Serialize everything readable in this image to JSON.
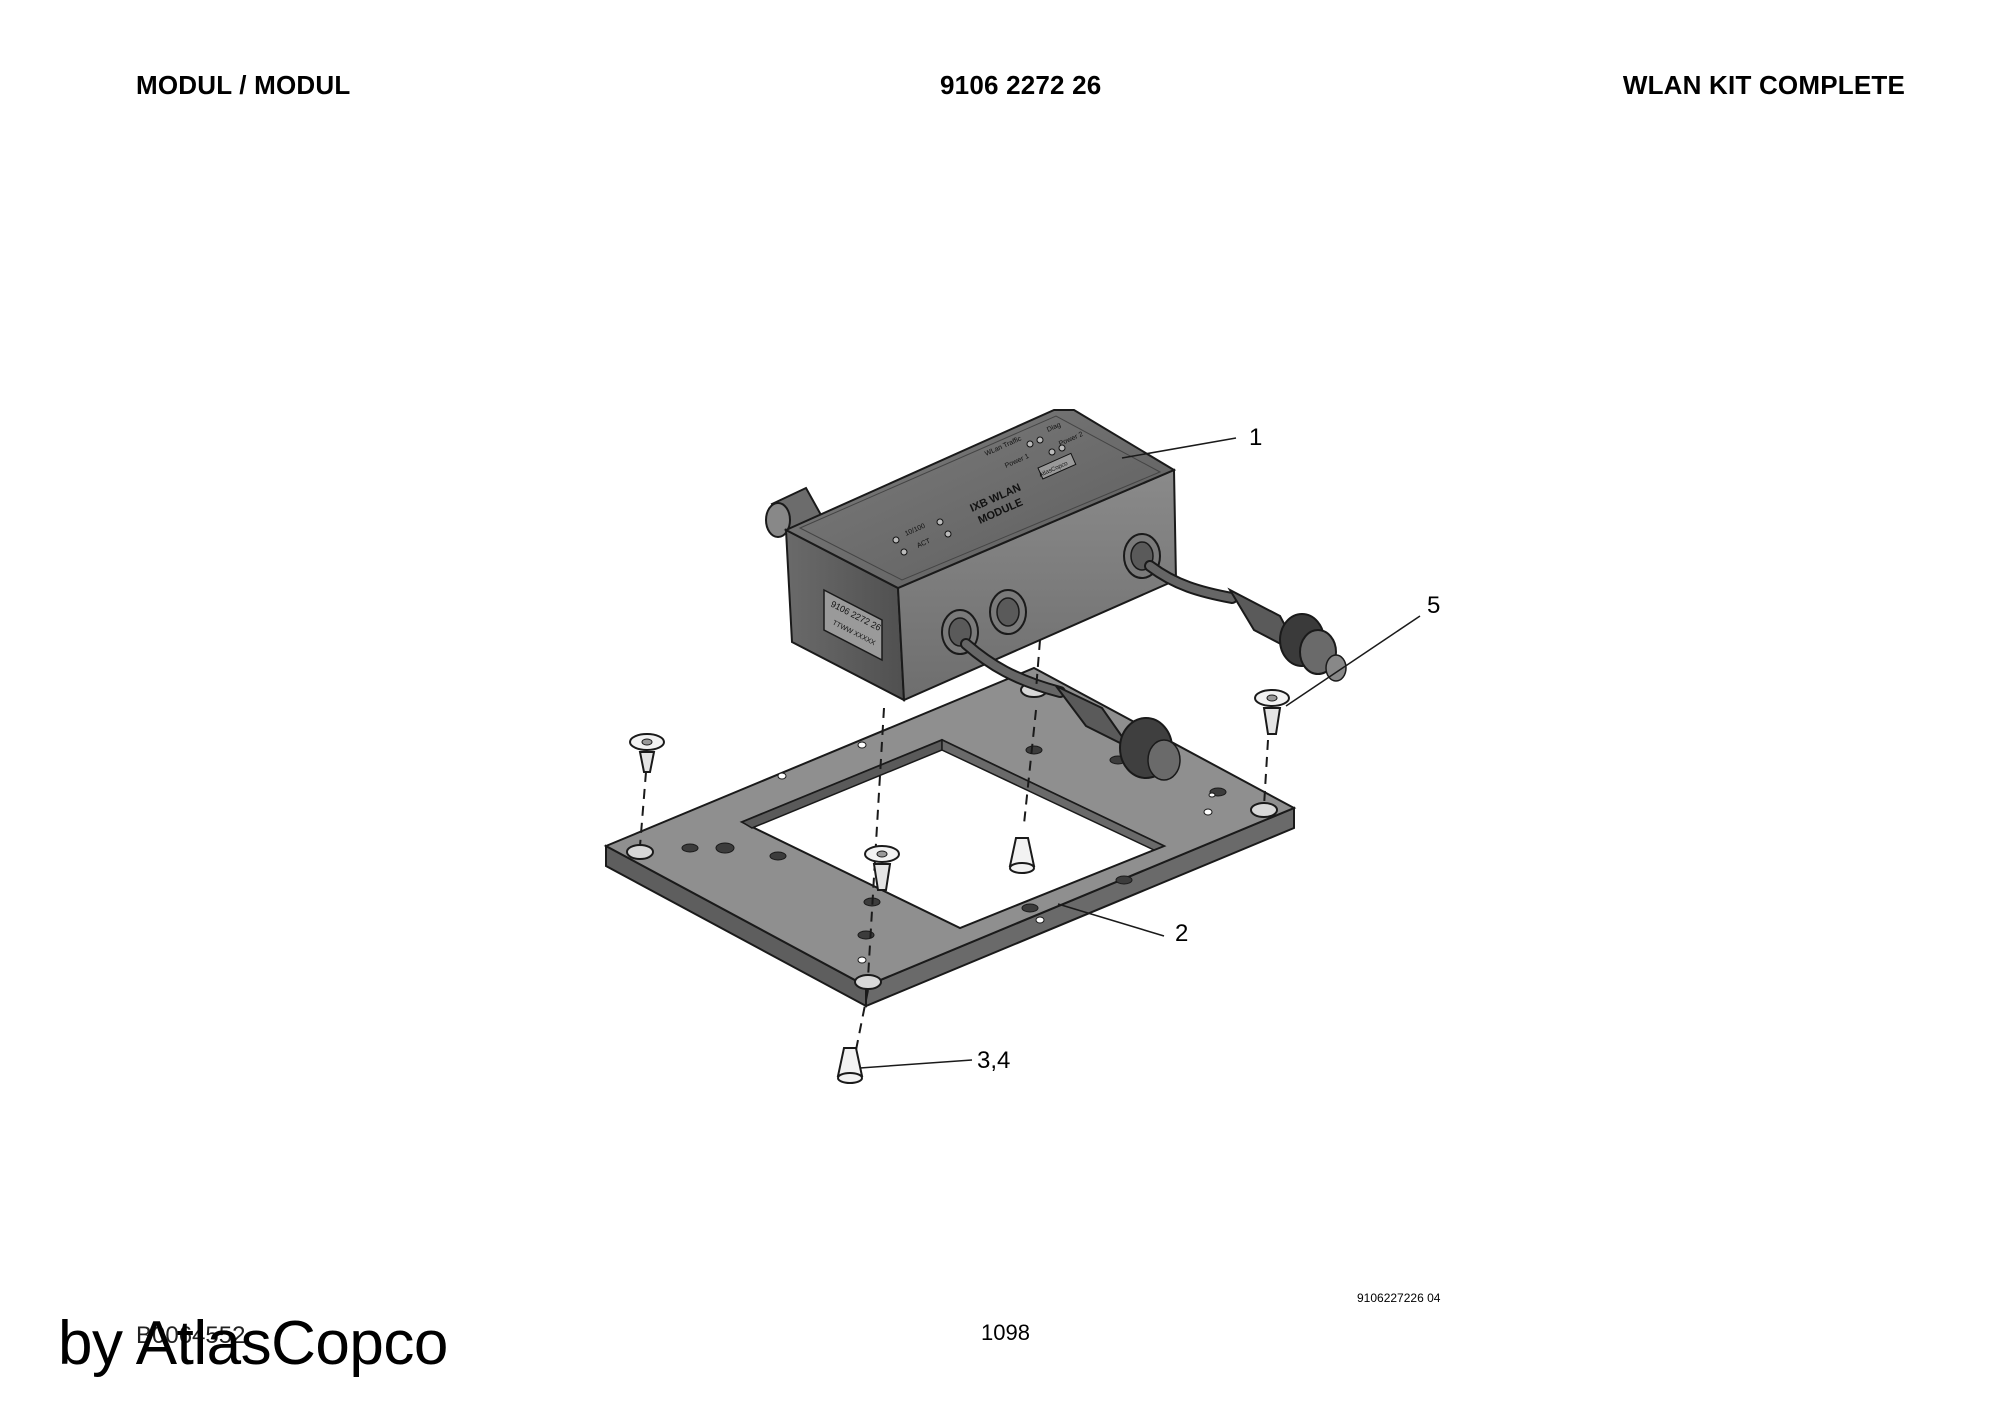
{
  "header": {
    "left": "MODUL / MODUL",
    "center": "9106 2272 26",
    "right": "WLAN KIT COMPLETE"
  },
  "callouts": {
    "c1": "1",
    "c2": "2",
    "c34": "3,4",
    "c5": "5"
  },
  "module_labels": {
    "model": "9106 2272 26",
    "serial": "TTWW XXXXX",
    "title_line1": "IXB WLAN",
    "title_line2": "MODULE",
    "led_wlan": "WLan Traffic",
    "led_diag": "Diag",
    "led_power1": "Power 1",
    "led_power2": "Power 2",
    "led_speed": "10/100",
    "led_act": "ACT",
    "brand": "AtlasCopco"
  },
  "footer": {
    "drawing_number": "9106227226 04",
    "page_number": "1098",
    "doc_ref": "B0064552",
    "watermark": "by AtlasCopco"
  }
}
